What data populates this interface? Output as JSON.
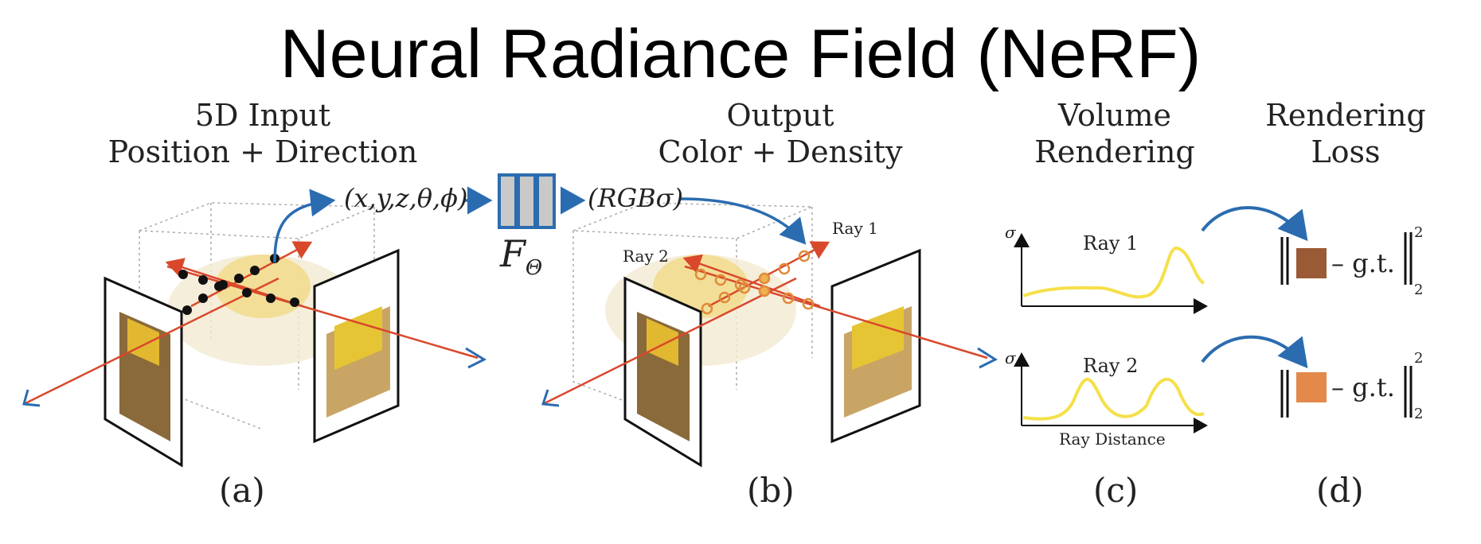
{
  "title": "Neural Radiance Field (NeRF)",
  "panels": {
    "a": {
      "header_line1": "5D Input",
      "header_line2": "Position + Direction",
      "input_tuple": "(x,y,z,θ,ϕ)",
      "label": "(a)"
    },
    "network": {
      "symbol": "F",
      "subscript": "Θ"
    },
    "b": {
      "header_line1": "Output",
      "header_line2": "Color + Density",
      "output_tuple": "(RGBσ)",
      "ray1_label": "Ray 1",
      "ray2_label": "Ray 2",
      "label": "(b)"
    },
    "c": {
      "header_line1": "Volume",
      "header_line2": "Rendering",
      "plot1_label": "Ray 1",
      "plot2_label": "Ray 2",
      "y_axis": "σ",
      "x_axis": "Ray Distance",
      "label": "(c)"
    },
    "d": {
      "header_line1": "Rendering",
      "header_line2": "Loss",
      "gt_text_1": "– g.t.",
      "gt_text_2": "– g.t.",
      "sup": "2",
      "sub": "2",
      "label": "(d)"
    }
  },
  "colors": {
    "arrow_blue": "#2b6cb0",
    "ray_red": "#d9482b",
    "curve_yellow": "#f5e04a",
    "swatch1": "#9a5a35",
    "swatch2": "#e3894a"
  }
}
